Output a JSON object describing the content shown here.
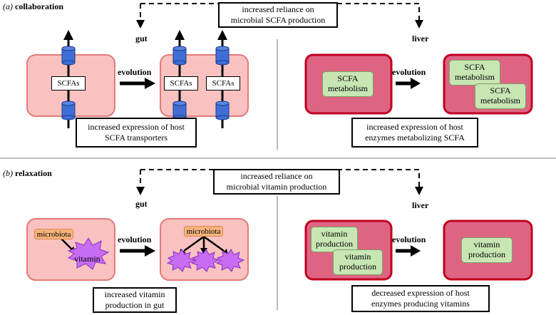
{
  "panel_a": {
    "label": "(a)",
    "title": "collaboration",
    "reliance_text": "increased reliance on microbial SCFA production",
    "gut_label": "gut",
    "liver_label": "liver",
    "scfa_label": "SCFAs",
    "evolution_label": "evolution",
    "transporters_text": "increased expression of host SCFA transporters",
    "scfa_metabolism_label": "SCFA metabolism",
    "liver_caption": "increased expression of host enzymes metabolizing SCFA"
  },
  "panel_b": {
    "label": "(b)",
    "title": "relaxation",
    "reliance_text": "increased reliance on microbial vitamin production",
    "gut_label": "gut",
    "liver_label": "liver",
    "microbiota_label": "microbiota",
    "vitamin_label": "vitamin",
    "evolution_label": "evolution",
    "gut_caption": "increased vitamin production in gut",
    "vitamin_production_label": "vitamin production",
    "liver_caption": "decreased expression of host enzymes producing vitamins"
  },
  "colors": {
    "gut_cell": "#f9c2c0",
    "gut_border": "#e27a78",
    "liver_cell": "#de6484",
    "liver_border": "#c00020",
    "green_box": "#c8e6b4",
    "transporter": "#3f6fd6",
    "star": "#c86cf4",
    "orange_box": "#f6b27c"
  }
}
